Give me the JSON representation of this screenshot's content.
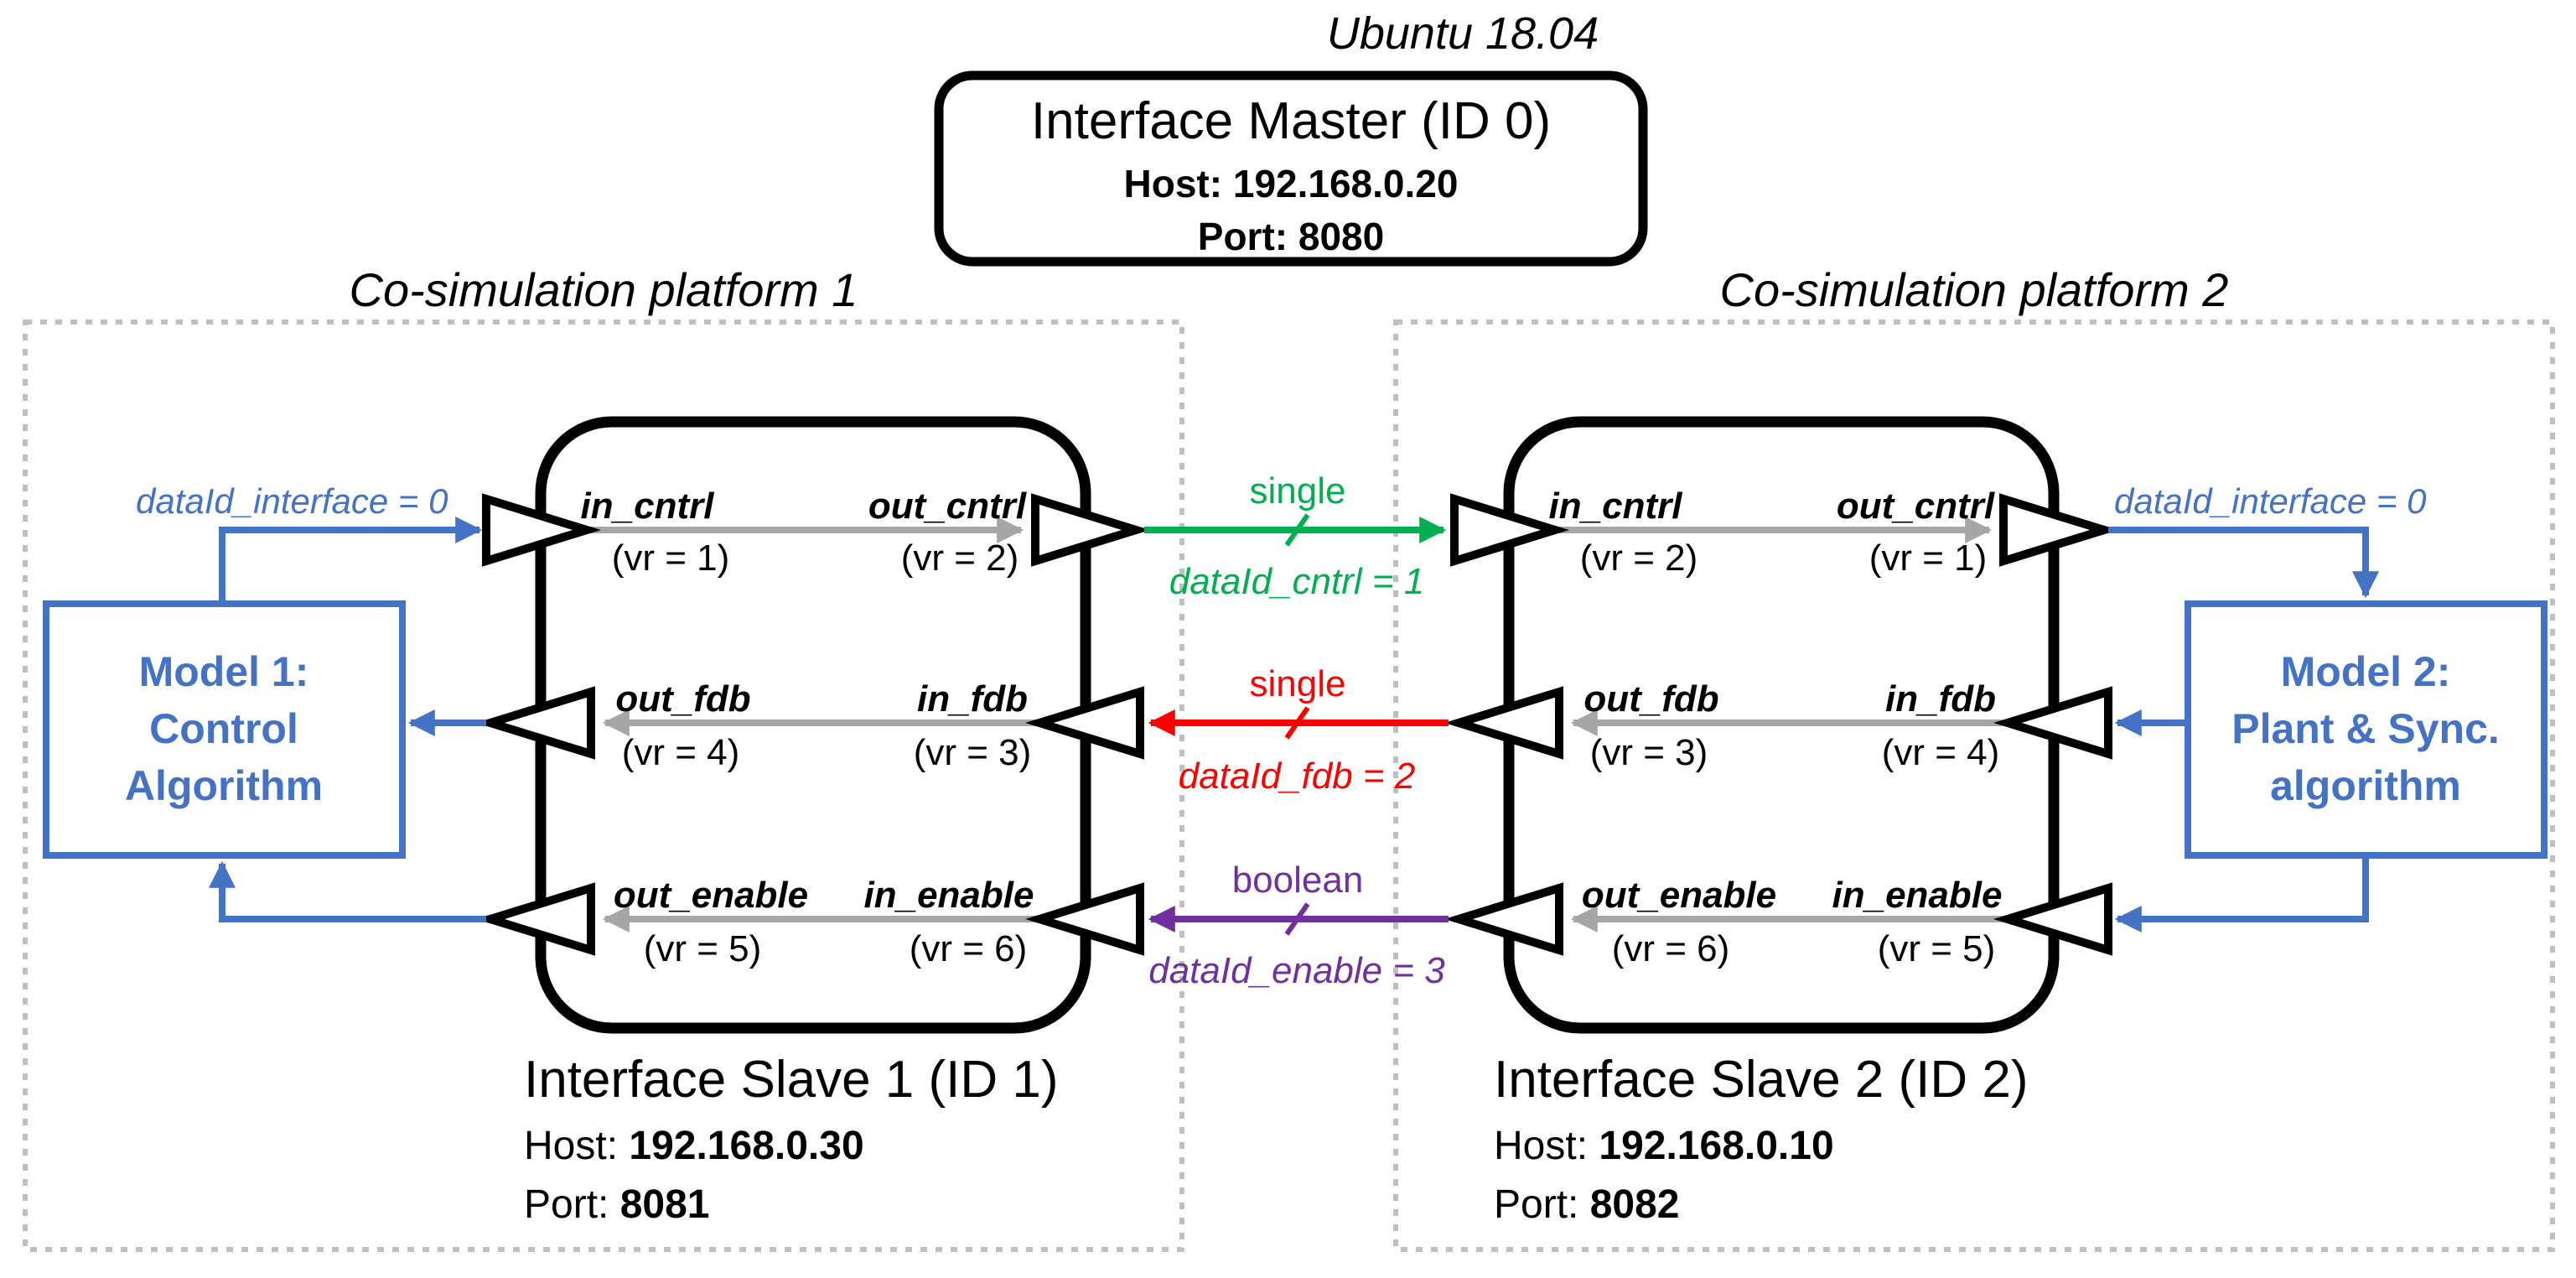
{
  "os_label": "Ubuntu 18.04",
  "master": {
    "title": "Interface Master (ID 0)",
    "host_label": "Host:",
    "host": "192.168.0.20",
    "port_label": "Port:",
    "port": "8080"
  },
  "platform1": {
    "label": "Co-simulation platform 1",
    "slave": {
      "title": "Interface Slave 1 (ID 1)",
      "host_label": "Host:",
      "host": "192.168.0.30",
      "port_label": "Port:",
      "port": "8081"
    },
    "ports": {
      "in_cntrl": {
        "name": "in_cntrl",
        "vr": "(vr = 1)"
      },
      "out_cntrl": {
        "name": "out_cntrl",
        "vr": "(vr = 2)"
      },
      "out_fdb": {
        "name": "out_fdb",
        "vr": "(vr = 4)"
      },
      "in_fdb": {
        "name": "in_fdb",
        "vr": "(vr = 3)"
      },
      "out_enable": {
        "name": "out_enable",
        "vr": "(vr = 5)"
      },
      "in_enable": {
        "name": "in_enable",
        "vr": "(vr = 6)"
      }
    },
    "model": {
      "line1": "Model 1:",
      "line2": "Control",
      "line3": "Algorithm"
    },
    "dataid_interface": "dataId_interface = 0"
  },
  "platform2": {
    "label": "Co-simulation platform 2",
    "slave": {
      "title": "Interface Slave 2 (ID 2)",
      "host_label": "Host:",
      "host": "192.168.0.10",
      "port_label": "Port:",
      "port": "8082"
    },
    "ports": {
      "in_cntrl": {
        "name": "in_cntrl",
        "vr": "(vr = 2)"
      },
      "out_cntrl": {
        "name": "out_cntrl",
        "vr": "(vr = 1)"
      },
      "out_fdb": {
        "name": "out_fdb",
        "vr": "(vr = 3)"
      },
      "in_fdb": {
        "name": "in_fdb",
        "vr": "(vr = 4)"
      },
      "out_enable": {
        "name": "out_enable",
        "vr": "(vr = 6)"
      },
      "in_enable": {
        "name": "in_enable",
        "vr": "(vr = 5)"
      }
    },
    "model": {
      "line1": "Model 2:",
      "line2": "Plant & Sync.",
      "line3": "algorithm"
    },
    "dataid_interface": "dataId_interface = 0"
  },
  "links": {
    "cntrl": {
      "type": "single",
      "dataid": "dataId_cntrl = 1"
    },
    "fdb": {
      "type": "single",
      "dataid": "dataId_fdb = 2"
    },
    "enable": {
      "type": "boolean",
      "dataid": "dataId_enable = 3"
    }
  },
  "colors": {
    "model_blue": "#4472c4",
    "cntrl_green": "#00b050",
    "fdb_red": "#ff0000",
    "enable_purple": "#7030a0",
    "internal_gray": "#a6a6a6",
    "dotted_border": "#bfbfbf"
  }
}
